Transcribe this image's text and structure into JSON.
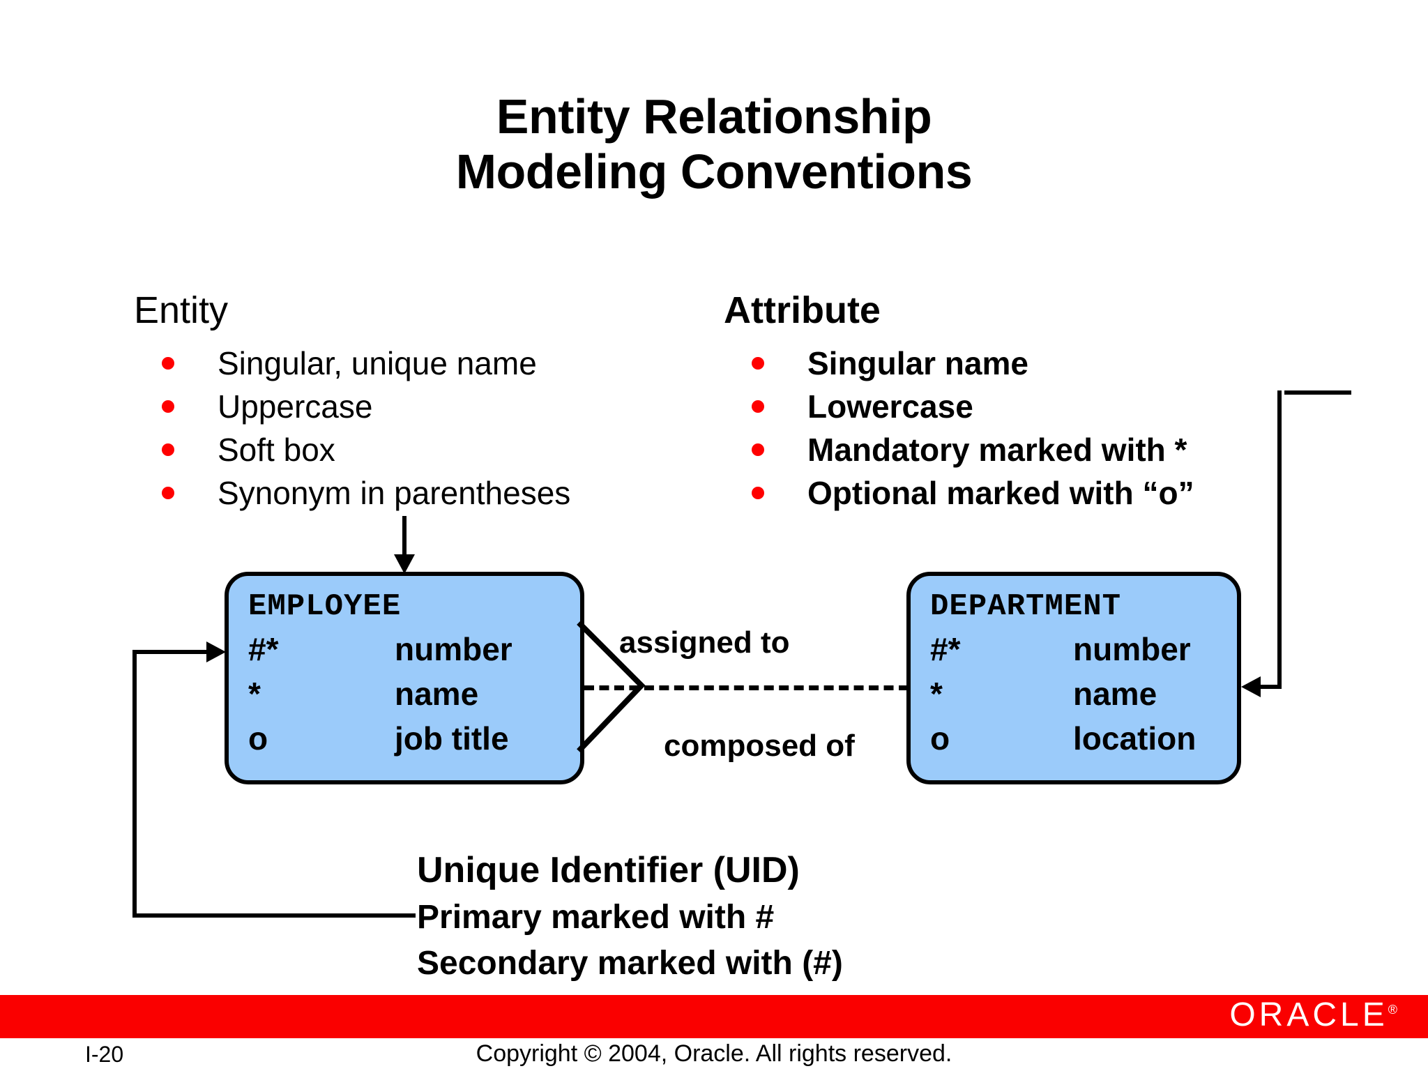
{
  "slide": {
    "title": "Entity Relationship\nModeling Conventions",
    "page_number": "I-20",
    "copyright": "Copyright © 2004, Oracle.  All rights reserved.",
    "logo_text": "ORACLE",
    "logo_registered": "®",
    "accent_color": "#FA0000",
    "bullet_color": "#FF0000",
    "entity_fill_color": "#9BCBFA",
    "line_color": "#000000"
  },
  "entity_column": {
    "heading": "Entity",
    "bullets": [
      "Singular, unique name",
      "Uppercase",
      "Soft box",
      "Synonym in parentheses"
    ]
  },
  "attribute_column": {
    "heading": "Attribute",
    "bullets": [
      "Singular name",
      "Lowercase",
      "Mandatory marked with *",
      "Optional marked with “o”"
    ]
  },
  "diagram": {
    "employee": {
      "name": "EMPLOYEE",
      "attributes": [
        {
          "marker": "#*",
          "name": "number"
        },
        {
          "marker": "*",
          "name": "name"
        },
        {
          "marker": "o",
          "name": "job title"
        }
      ]
    },
    "department": {
      "name": "DEPARTMENT",
      "attributes": [
        {
          "marker": "#*",
          "name": "number"
        },
        {
          "marker": "*",
          "name": "name"
        },
        {
          "marker": "o",
          "name": "location"
        }
      ]
    },
    "relationship": {
      "label_top": "assigned to",
      "label_bottom": "composed of"
    }
  },
  "uid": {
    "title": "Unique Identifier (UID)",
    "lines": [
      "Primary marked with #",
      "Secondary marked with (#)"
    ]
  }
}
